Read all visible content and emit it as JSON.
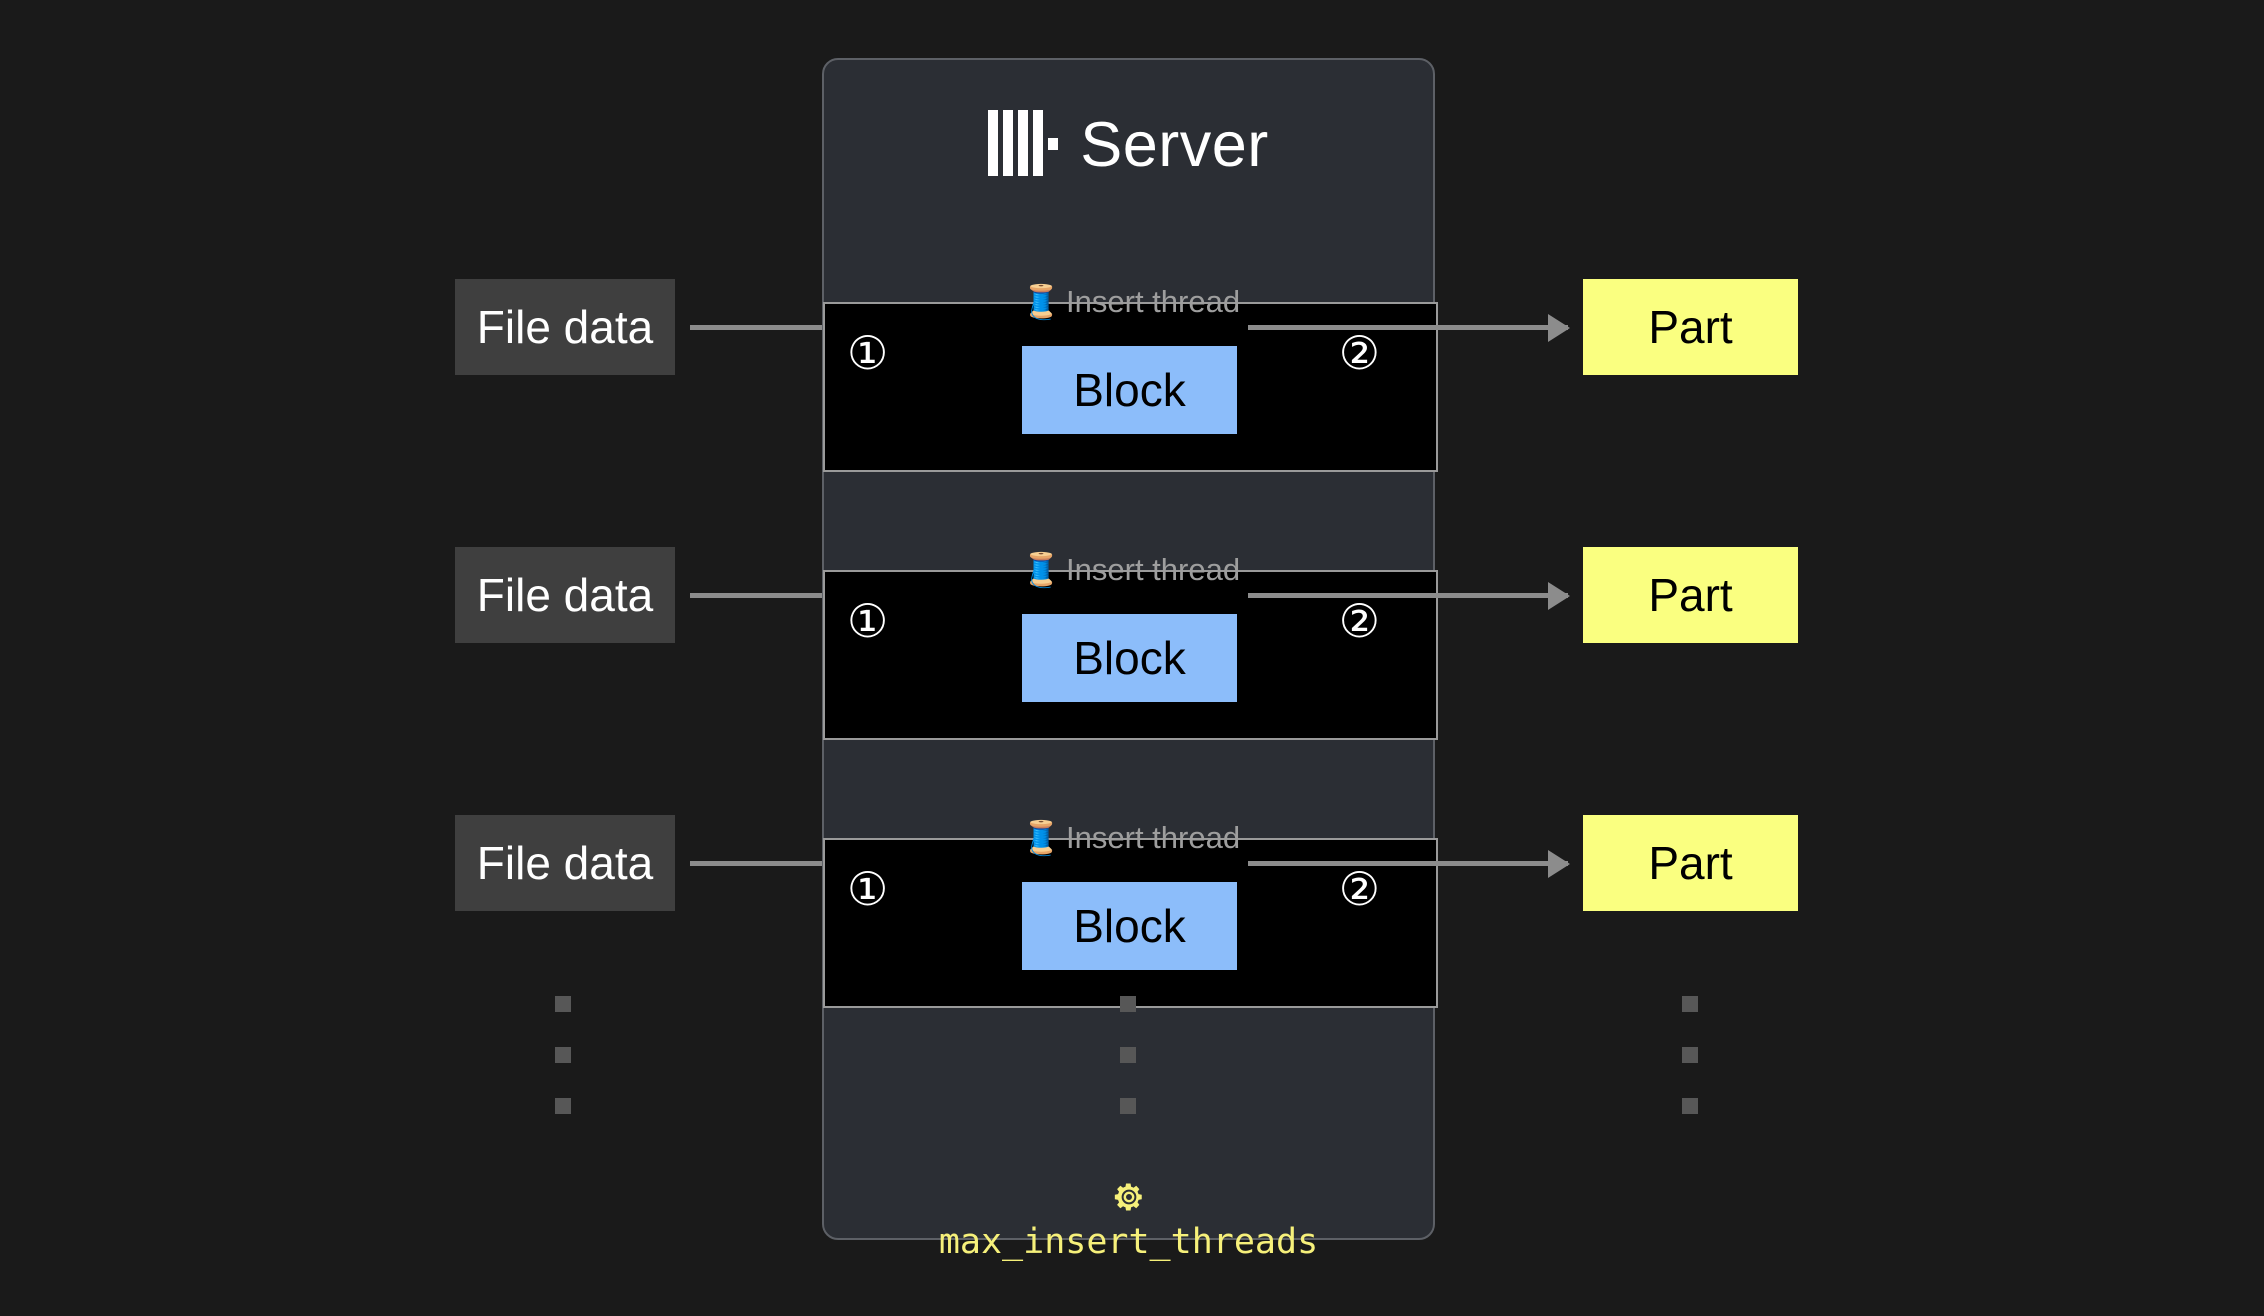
{
  "page": {
    "background_color": "#1a1a1a"
  },
  "server": {
    "title": "Server",
    "logo_icon": "clickhouse-logo-icon",
    "panel_color": "#2b2e34",
    "border_color": "#5d6066"
  },
  "threads": [
    {
      "label": "Insert thread",
      "emoji": "🧵",
      "emoji_name": "thread-spool-icon",
      "step_in": "①",
      "step_out": "②",
      "block_label": "Block",
      "block_color": "#8cbdfa",
      "input_label": "File data",
      "input_color": "#3f3f3f",
      "output_label": "Part",
      "output_color": "#faff80"
    },
    {
      "label": "Insert thread",
      "emoji": "🧵",
      "emoji_name": "thread-spool-icon",
      "step_in": "①",
      "step_out": "②",
      "block_label": "Block",
      "block_color": "#8cbdfa",
      "input_label": "File data",
      "input_color": "#3f3f3f",
      "output_label": "Part",
      "output_color": "#faff80"
    },
    {
      "label": "Insert thread",
      "emoji": "🧵",
      "emoji_name": "thread-spool-icon",
      "step_in": "①",
      "step_out": "②",
      "block_label": "Block",
      "block_color": "#8cbdfa",
      "input_label": "File data",
      "input_color": "#3f3f3f",
      "output_label": "Part",
      "output_color": "#faff80"
    }
  ],
  "setting": {
    "icon": "gear-icon",
    "name": "max_insert_threads",
    "color": "#f6f07a"
  },
  "ellipsis": {
    "square_color": "#575757",
    "count": 3
  },
  "arrows": {
    "color": "#8c8c8c"
  }
}
